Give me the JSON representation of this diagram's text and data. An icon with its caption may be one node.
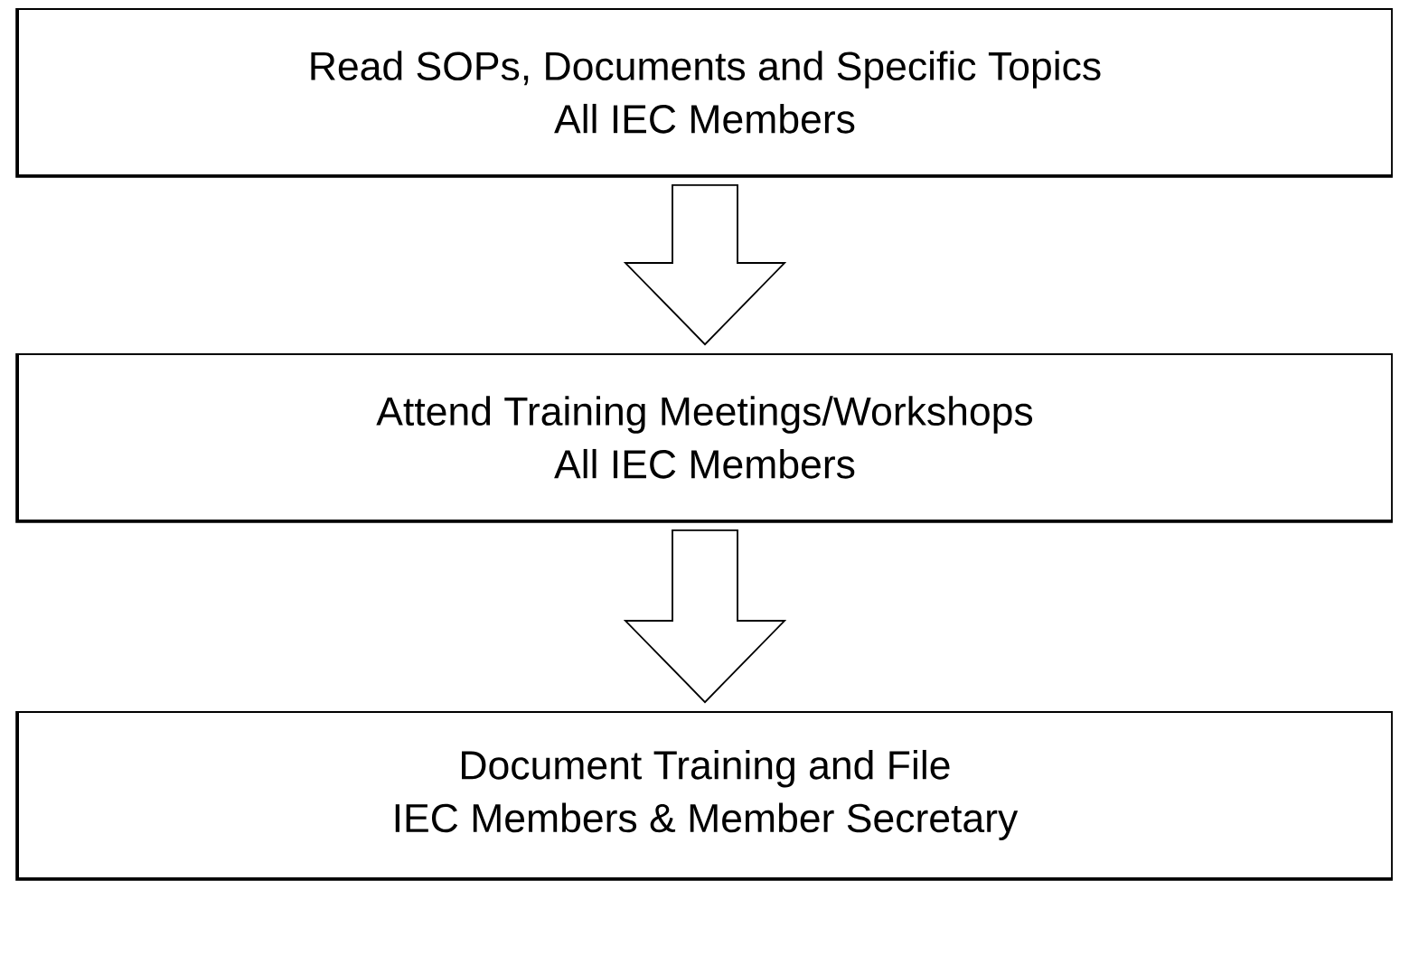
{
  "diagram": {
    "nodes": [
      {
        "text": [
          "Read SOPs, Documents and Specific Topics",
          "All IEC Members"
        ]
      },
      {
        "text": [
          "Attend Training Meetings/Workshops",
          "All IEC Members"
        ]
      },
      {
        "text": [
          "Document Training and File",
          "IEC Members & Member Secretary"
        ]
      }
    ],
    "edges": [
      {
        "from": 0,
        "to": 1,
        "arrow": "to"
      },
      {
        "from": 1,
        "to": 2,
        "arrow": "to"
      }
    ]
  }
}
